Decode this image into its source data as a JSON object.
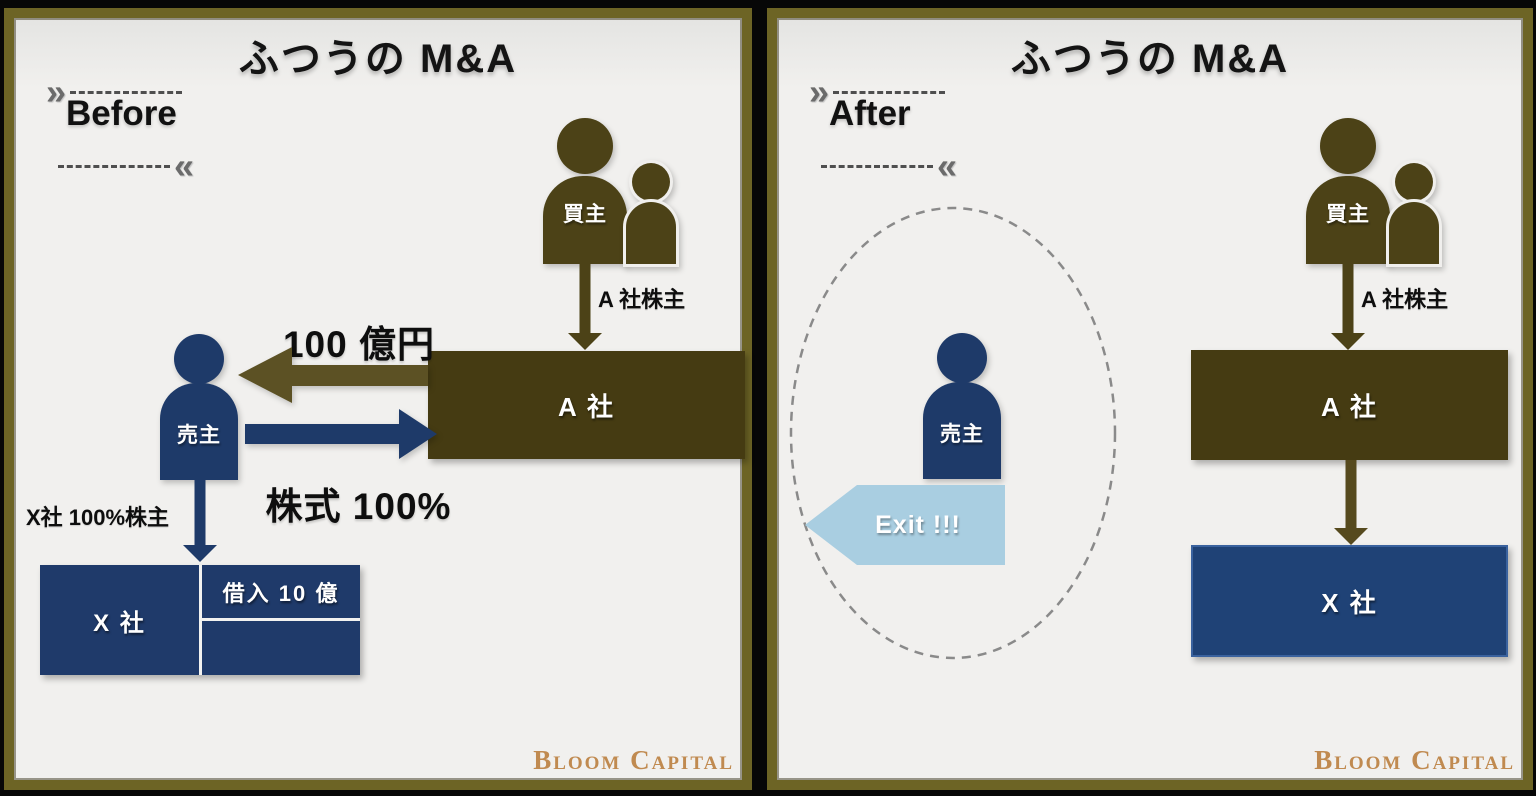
{
  "shared": {
    "title": "ふつうの M&A",
    "brand": "Bloom Capital",
    "buyer_label": "買主",
    "seller_label": "売主",
    "buyer_role_label": "A 社株主",
    "company_a_label": "A 社",
    "company_x_label": "X 社",
    "badge_chevron_right": "»",
    "badge_chevron_left": "«"
  },
  "before": {
    "stage_label": "Before",
    "payment_label": "100 億円",
    "shares_label": "株式 100%",
    "seller_role_label": "X社 100%株主",
    "debt_label": "借入 10 億"
  },
  "after": {
    "stage_label": "After",
    "exit_label": "Exit !!!"
  },
  "colors": {
    "panel_border": "#6d6425",
    "panel_background": "#f1f0ee",
    "dark_olive_box": "#453b12",
    "olive_person": "#4c4217",
    "navy": "#1e3a69",
    "exit_blue": "#a9cee1",
    "brand_text": "#c08a50",
    "dashed_circle": "#8a8a8a"
  }
}
